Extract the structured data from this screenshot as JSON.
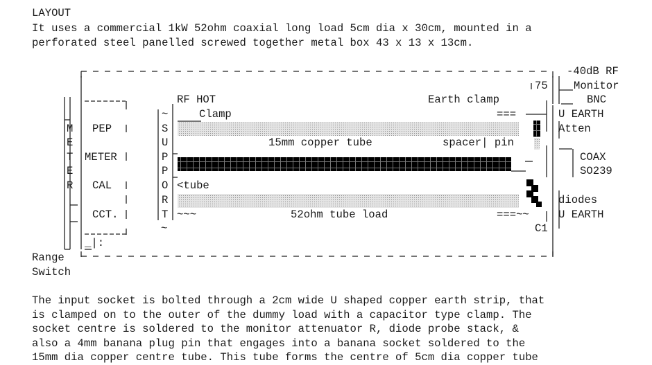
{
  "heading": "LAYOUT",
  "intro": [
    "It uses a commercial 1kW 52ohm coaxial long load 5cm dia x 30cm, mounted in a",
    "perforated steel panelled screwed together metal box 43 x 13 x 13cm."
  ],
  "diagram": {
    "meter_letters": [
      "M",
      "E",
      "T",
      "E",
      "R"
    ],
    "pep_meter": [
      "PEP",
      "METER",
      "CAL",
      "CCT."
    ],
    "support_letters": [
      "~",
      "S",
      "U",
      "P",
      "P",
      "O",
      "R",
      "T"
    ],
    "range_switch": [
      "Range",
      "Switch"
    ],
    "switch_symbol": "_|:",
    "rf_hot": "RF HOT",
    "clamp": "Clamp",
    "earth_clamp": "Earth clamp",
    "copper_tube": "15mm copper tube",
    "spacer_pin": "spacer| pin",
    "tube": "<tube",
    "tube_load": "52ohm tube load",
    "left_tilde": "~~~",
    "right_eq_top": "===",
    "right_eq_bottom": "===~~",
    "attn_val": "75",
    "c1": "C1",
    "neg40": "-40dB RF",
    "monitor": "Monitor",
    "bnc": "BNC",
    "u_earth_top": "U EARTH",
    "atten": "Atten",
    "coax": "COAX",
    "so239": "SO239",
    "diodes": "diodes",
    "u_earth_bottom": "U EARTH",
    "tilde_small": "~"
  },
  "body_text": [
    "The input socket is bolted through a 2cm wide U shaped copper earth strip, that",
    "is clamped on to the outer of the dummy load with a capacitor type clamp. The",
    "socket centre is soldered to the monitor attenuator R, diode probe stack, &",
    "also a 4mm banana plug pin that engages into a banana socket soldered to the",
    "15mm dia copper centre tube. This tube forms the centre of 5cm dia copper tube"
  ]
}
